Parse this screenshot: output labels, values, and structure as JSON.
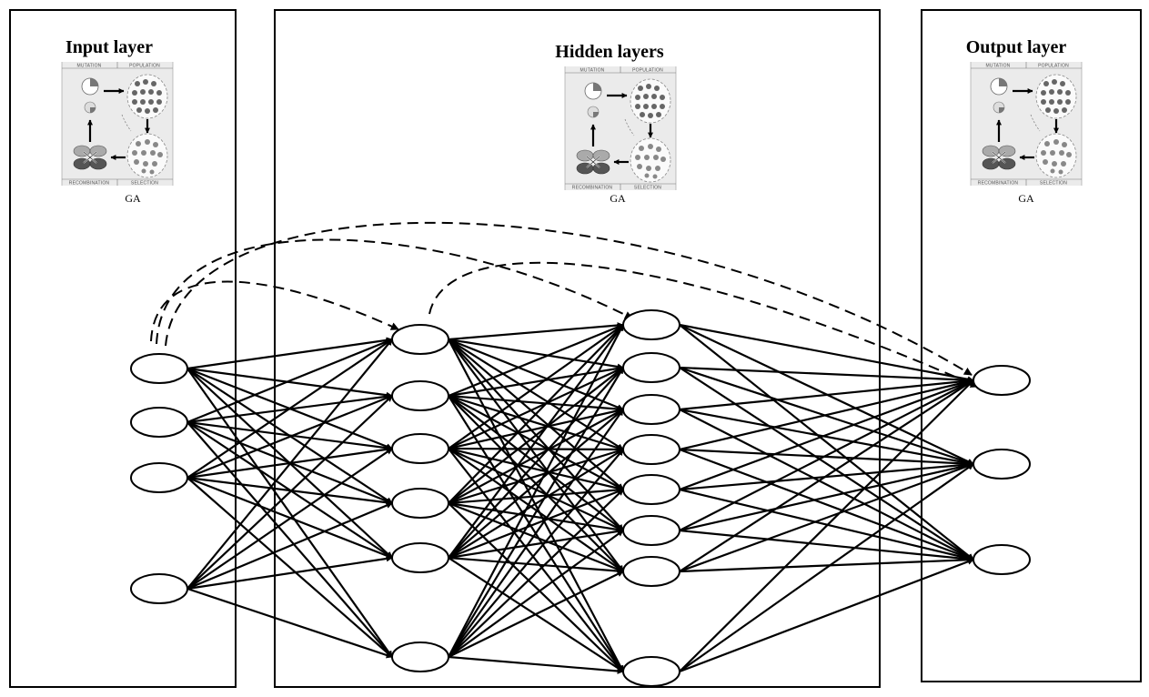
{
  "panels": {
    "input": {
      "title": "Input layer",
      "ga_caption": "GA"
    },
    "hidden": {
      "title": "Hidden layers",
      "ga_caption": "GA"
    },
    "output": {
      "title": "Output layer",
      "ga_caption": "GA"
    }
  },
  "ga_cycle_labels": {
    "mutation": "MUTATION",
    "population": "POPULATION",
    "recombination": "RECOMBINATION",
    "selection": "SELECTION"
  },
  "network": {
    "layer_sizes": [
      4,
      6,
      8,
      3
    ],
    "connectivity": "fully-connected",
    "skip_connections": [
      {
        "from_layer": 0,
        "from_node": 0,
        "to_layer": 1,
        "to_node": 0
      },
      {
        "from_layer": 0,
        "from_node": 0,
        "to_layer": 2,
        "to_node": 0
      },
      {
        "from_layer": 0,
        "from_node": 0,
        "to_layer": 3,
        "to_node": 0
      },
      {
        "from_layer": 1,
        "from_node": 0,
        "to_layer": 3,
        "to_node": 0
      }
    ]
  }
}
